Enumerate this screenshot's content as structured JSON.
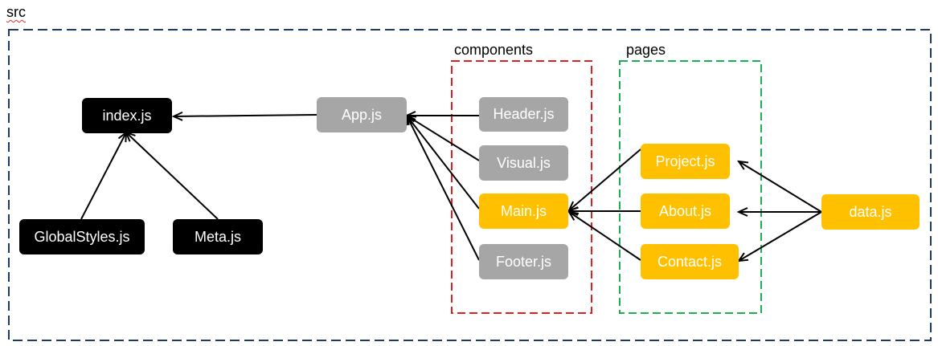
{
  "labels": {
    "root": "src",
    "components": "components",
    "pages": "pages"
  },
  "colors": {
    "root_border": "#1f3864",
    "components_border": "#e02020",
    "pages_border": "#1fad55",
    "black": "#000000",
    "gray": "#a6a6a6",
    "yellow": "#ffc000"
  },
  "nodes": {
    "index": "index.js",
    "app": "App.js",
    "header": "Header.js",
    "visual": "Visual.js",
    "main": "Main.js",
    "footer": "Footer.js",
    "project": "Project.js",
    "about": "About.js",
    "contact": "Contact.js",
    "data": "data.js",
    "globalstyles": "GlobalStyles.js",
    "meta": "Meta.js"
  }
}
